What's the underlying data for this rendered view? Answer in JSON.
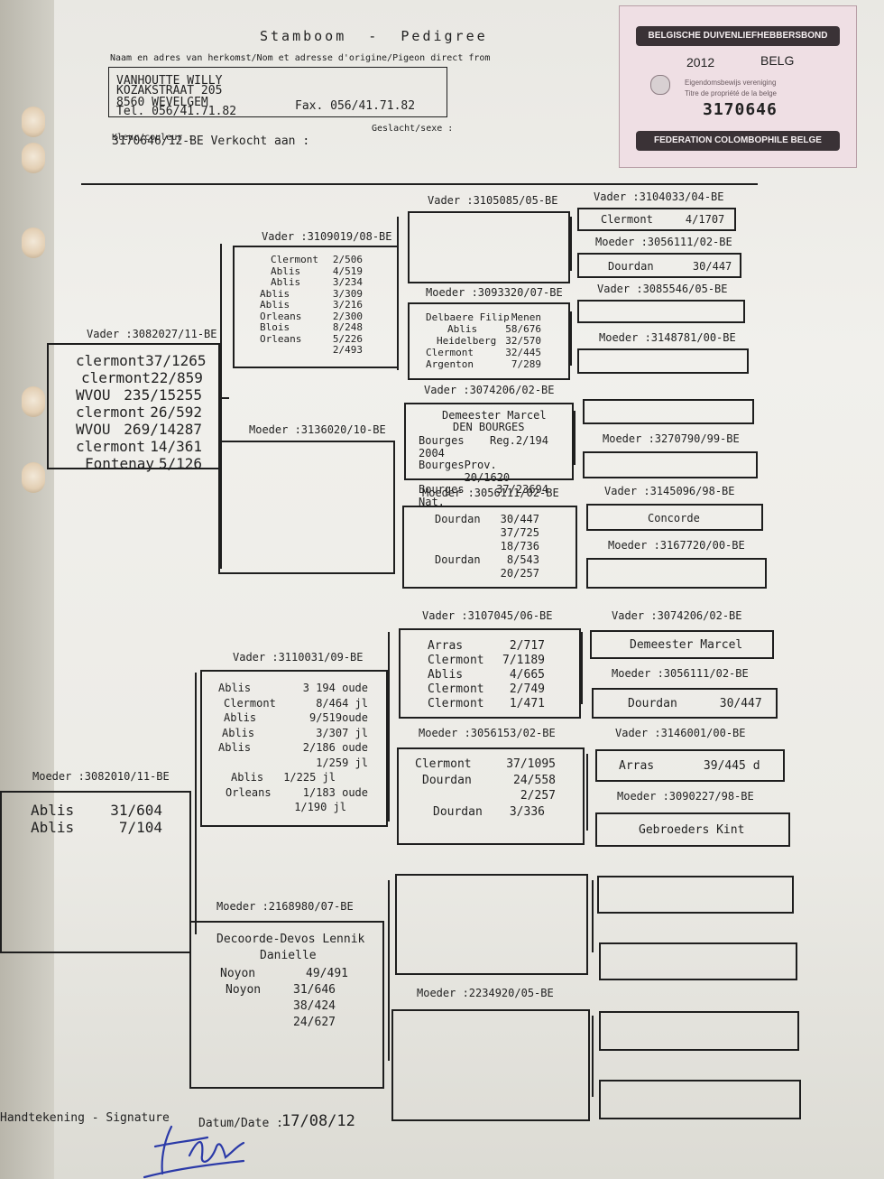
{
  "header": {
    "title": "Stamboom  -  Pedigree",
    "origin_label": "Naam en adres van herkomst/Nom et adresse d'origine/Pigeon direct from",
    "owner_lines": [
      "VANHOUTTE WILLY",
      "KOZAKSTRAAT 205",
      "8560 WEVELGEM",
      "Tel. 056/41.71.82"
    ],
    "fax": "Fax. 056/41.71.82",
    "sex_label": "Geslacht/sexe :",
    "colour_label": "Kleur/couleur :",
    "ring_line": "3170646/12-BE Verkocht aan :"
  },
  "stamp": {
    "top_band": "BELGISCHE DUIVENLIEFHEBBERSBOND",
    "year": "2012",
    "country": "BELG",
    "line1": "Eigendomsbewijs vereniging",
    "line2": "Titre de propriété de la belge",
    "number": "3170646",
    "bottom_band": "FEDERATION COLOMBOPHILE BELGE"
  },
  "pedigree": {
    "p": {
      "label": "Vader :3082027/11-BE",
      "rows": [
        [
          "clermont",
          "37/1265"
        ],
        [
          "clermont",
          "22/859"
        ],
        [
          "WVOU",
          "235/15255"
        ],
        [
          "clermont",
          "26/592"
        ],
        [
          "WVOU",
          "269/14287"
        ],
        [
          "clermont",
          "14/361"
        ],
        [
          "Fontenay",
          "5/126"
        ]
      ]
    },
    "pp": {
      "label": "Vader :3109019/08-BE",
      "rows": [
        [
          "Clermont",
          "2/506"
        ],
        [
          "Ablis",
          "4/519"
        ],
        [
          "Ablis",
          "3/234"
        ],
        [
          "Ablis",
          "3/309"
        ],
        [
          "Ablis",
          "3/216"
        ],
        [
          "Orleans",
          "2/300"
        ],
        [
          "Blois",
          "8/248"
        ],
        [
          "Orleans",
          "5/226"
        ],
        [
          "",
          "2/493"
        ]
      ]
    },
    "ppp": {
      "label": "Vader :3105085/05-BE"
    },
    "pppp": {
      "label": "Vader :3104033/04-BE",
      "text": "Clermont     4/1707"
    },
    "pppm": {
      "label": "Moeder :3056111/02-BE",
      "text": "Dourdan      30/447"
    },
    "ppm": {
      "label": "Moeder :3093320/07-BE",
      "rows": [
        [
          "Delbaere Filip",
          "Menen"
        ],
        [
          "Ablis",
          "58/676"
        ],
        [
          "Heidelberg",
          "32/570"
        ],
        [
          "Clermont",
          "32/445"
        ],
        [
          "Argenton",
          "7/289"
        ]
      ]
    },
    "ppmp": {
      "label": "Vader :3085546/05-BE"
    },
    "ppmm": {
      "label": "Moeder :3148781/00-BE"
    },
    "pm": {
      "label": "Moeder :3136020/10-BE"
    },
    "pmp": {
      "label": "Vader :3074206/02-BE",
      "lines": [
        "Demeester Marcel",
        "DEN BOURGES"
      ],
      "rows": [
        [
          "Bourges 2004",
          "Reg.2/194"
        ],
        [
          "Bourges",
          "Prov. 20/1620"
        ],
        [
          "Bourges Nat.",
          "37/23694"
        ]
      ]
    },
    "pmpm": {
      "label": "Moeder :3270790/99-BE"
    },
    "pmm": {
      "label": "Moeder :3056111/02-BE",
      "rows": [
        [
          "Dourdan",
          "30/447"
        ],
        [
          "",
          "37/725"
        ],
        [
          "",
          "18/736"
        ],
        [
          "Dourdan",
          "8/543"
        ],
        [
          "",
          "20/257"
        ]
      ]
    },
    "pmmp": {
      "label": "Vader :3145096/98-BE",
      "text": "Concorde"
    },
    "pmmm": {
      "label": "Moeder :3167720/00-BE"
    },
    "m": {
      "label": "Moeder :3082010/11-BE",
      "rows": [
        [
          "Ablis",
          "31/604"
        ],
        [
          "Ablis",
          "7/104"
        ]
      ]
    },
    "mp": {
      "label": "Vader :3110031/09-BE",
      "rows": [
        [
          "Ablis",
          "3 194 oude"
        ],
        [
          "Clermont",
          "8/464 jl"
        ],
        [
          "Ablis",
          "9/519oude"
        ],
        [
          "Ablis",
          "3/307 jl"
        ],
        [
          "Ablis",
          "2/186 oude"
        ],
        [
          "",
          "1/259 jl"
        ],
        [
          "Ablis",
          "1/225 jl"
        ],
        [
          "Orleans",
          "1/183 oude"
        ],
        [
          "",
          "1/190 jl"
        ]
      ]
    },
    "mpp": {
      "label": "Vader :3107045/06-BE",
      "rows": [
        [
          "Arras",
          "2/717"
        ],
        [
          "Clermont",
          "7/1189"
        ],
        [
          "Ablis",
          "4/665"
        ],
        [
          "Clermont",
          "2/749"
        ],
        [
          "Clermont",
          "1/471"
        ]
      ]
    },
    "mppp": {
      "label": "Vader :3074206/02-BE",
      "text": "Demeester Marcel"
    },
    "mppm": {
      "label": "Moeder :3056111/02-BE",
      "text": "Dourdan      30/447"
    },
    "mpm": {
      "label": "Moeder :3056153/02-BE",
      "rows": [
        [
          "Clermont",
          "37/1095"
        ],
        [
          "Dourdan",
          "24/558"
        ],
        [
          "",
          "2/257"
        ],
        [
          "Dourdan",
          "3/336"
        ]
      ]
    },
    "mpmp": {
      "label": "Vader :3146001/00-BE",
      "text": "Arras       39/445 d"
    },
    "mpmm": {
      "label": "Moeder :3090227/98-BE",
      "text": "Gebroeders Kint"
    },
    "mm": {
      "label": "Moeder :2168980/07-BE",
      "lines": [
        "Decoorde-Devos Lennik",
        "Danielle"
      ],
      "rows": [
        [
          "Noyon",
          "49/491"
        ],
        [
          "Noyon",
          "31/646"
        ],
        [
          "",
          "38/424"
        ],
        [
          "",
          "24/627"
        ]
      ]
    },
    "mmm": {
      "label": "Moeder :2234920/05-BE"
    }
  },
  "footer": {
    "signature_label": "Handtekening - Signature",
    "date_label": "Datum/Date :",
    "date_value": "17/08/12"
  }
}
